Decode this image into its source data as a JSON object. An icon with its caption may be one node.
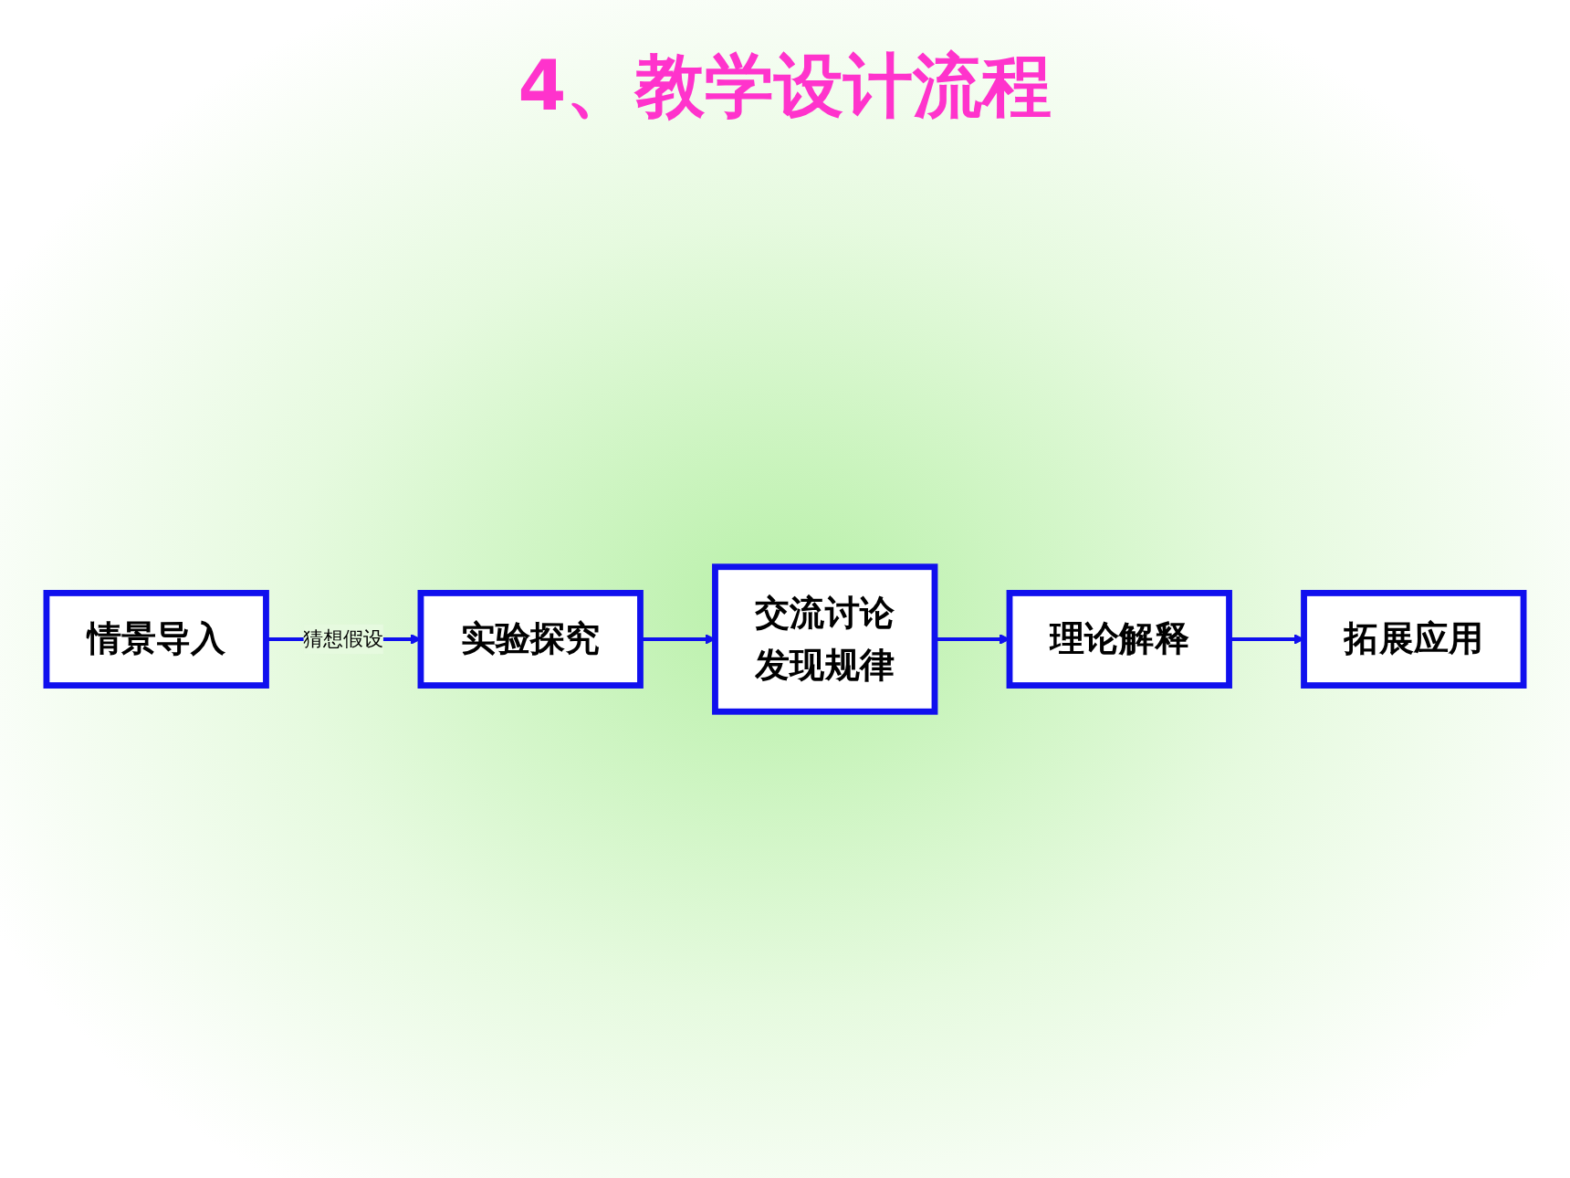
{
  "diagram": {
    "title": "4、教学设计流程",
    "nodes": [
      {
        "text": [
          "情景导入"
        ]
      },
      {
        "text": [
          "实验探究"
        ]
      },
      {
        "text": [
          "交流讨论",
          "发现规律"
        ]
      },
      {
        "text": [
          "理论解释"
        ]
      },
      {
        "text": [
          "拓展应用"
        ]
      }
    ],
    "edges": [
      {
        "from": 0,
        "to": 1,
        "arrow": "to",
        "label": "猜想假设"
      },
      {
        "from": 1,
        "to": 2,
        "arrow": "to"
      },
      {
        "from": 2,
        "to": 3,
        "arrow": "to"
      },
      {
        "from": 3,
        "to": 4,
        "arrow": "to"
      }
    ]
  }
}
